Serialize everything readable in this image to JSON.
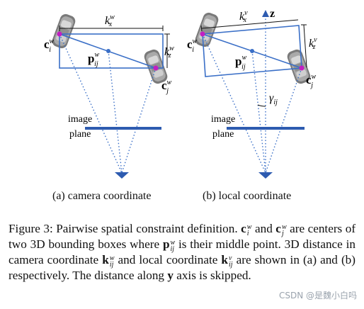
{
  "panels": {
    "a": {
      "caption": "(a) camera coordinate",
      "k_x": "k",
      "k_x_sup": "w",
      "k_x_sub": "x",
      "k_z": "k",
      "k_z_sup": "w",
      "k_z_sub": "z",
      "c_i": "c",
      "c_i_sup": "w",
      "c_i_sub": "i",
      "c_j": "c",
      "c_j_sup": "w",
      "c_j_sub": "j",
      "p": "p",
      "p_sup": "w",
      "p_sub": "ij",
      "image_label": "image",
      "plane_label": "plane"
    },
    "b": {
      "caption": "(b) local coordinate",
      "k_x": "k",
      "k_x_sup": "v",
      "k_x_sub": "x",
      "k_z": "k",
      "k_z_sup": "v",
      "k_z_sub": "z",
      "c_i": "c",
      "c_i_sup": "w",
      "c_i_sub": "i",
      "c_j": "c",
      "c_j_sup": "w",
      "c_j_sub": "j",
      "p": "p",
      "p_sup": "w",
      "p_sub": "ij",
      "z_axis": "z",
      "gamma": "γ",
      "gamma_sub": "ij",
      "image_label": "image",
      "plane_label": "plane"
    }
  },
  "caption": {
    "t1": "Figure 3: Pairwise spatial constraint definition.",
    "c": "c",
    "w": "w",
    "i": "i",
    "j": "j",
    "ij": "ij",
    "v": "v",
    "t2": "and",
    "t3": "are centers of two 3D bounding boxes where",
    "p": "p",
    "t4": "is their middle point. 3D distance in camera coordinate",
    "k": "k",
    "t5": "and local coordinate",
    "t6": "are shown in (a) and (b) respectively. The distance along",
    "y": "y",
    "t7": "axis is skipped."
  },
  "watermark": "CSDN @是魏小白吗",
  "colors": {
    "line_blue": "#3a6fc7",
    "dark_blue": "#2d5bb0",
    "point_magenta": "#c21fc2",
    "car_gray": "#8a8a8a"
  }
}
